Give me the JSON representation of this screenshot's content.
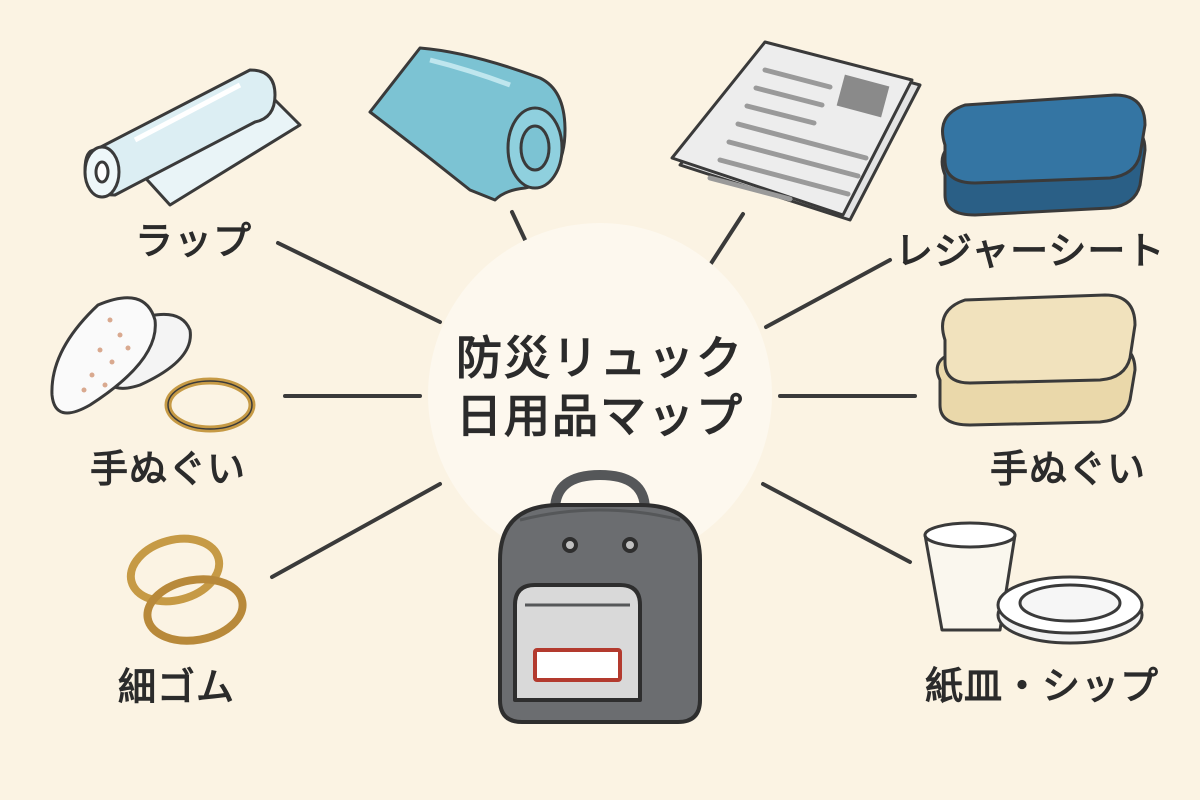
{
  "title": {
    "line1": "防災リュック",
    "line2": "日用品マップ"
  },
  "items": {
    "wrap": "ラップ",
    "towel_left": "手ぬぐい",
    "rubber_band": "細ゴム",
    "leisure_sheet": "レジャーシート",
    "towel_right": "手ぬぐい",
    "paper_plate_cup": "紙皿・シップ"
  },
  "colors": {
    "background": "#fbf3e3",
    "center_circle": "#fdf8ee",
    "ink": "#2b2b2b",
    "backpack": "#6b6d70",
    "wrap": "#dceef3",
    "blue_towel": "#7cc3d3",
    "newspaper": "#d9d9d9",
    "navy_sheet": "#2f6a93",
    "beige_towel": "#f1e2bd",
    "rubber": "#c69a45"
  },
  "icons": [
    "plastic-wrap-icon",
    "blue-towel-icon",
    "newspaper-icon",
    "leisure-sheet-icon",
    "sanitary-pad-icon",
    "rubber-band-icon",
    "beige-towel-icon",
    "paper-cup-plate-icon",
    "backpack-icon"
  ]
}
